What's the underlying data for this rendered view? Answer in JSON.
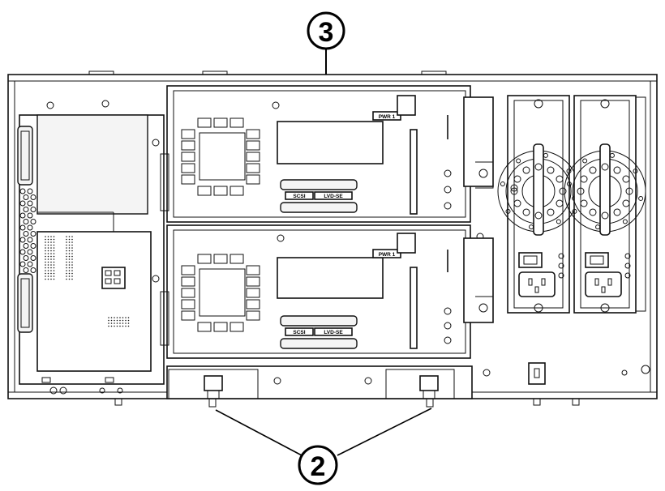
{
  "callouts": {
    "top": "3",
    "bottom": "2"
  },
  "drive_labels": {
    "port_tag": "PWR 1",
    "scsi": "SCSI",
    "lvd": "LVD-SE"
  },
  "colors": {
    "line": "#111111",
    "background": "#ffffff"
  }
}
